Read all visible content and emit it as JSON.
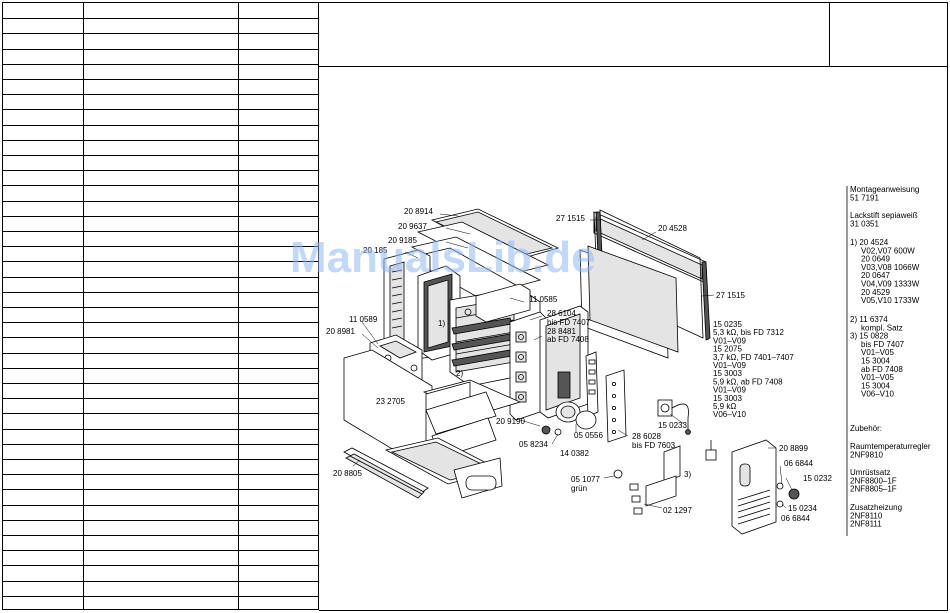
{
  "watermark": "ManualsLib.de",
  "drawing_labels": {
    "l_208914": "20 8914",
    "l_209637": "20 9637",
    "l_209185": "20 9185",
    "l_20185": "20 185",
    "l_271515_top": "27 1515",
    "l_204528": "20 4528",
    "l_271515_right": "27 1515",
    "l_110585": "11 0585",
    "l_110589": "11 0589",
    "l_208981": "20 8981",
    "l_1": "1)",
    "l_2": "2)",
    "l_286104": "28 6104",
    "l_bis7407": "bis FD 7407",
    "l_288481": "28 8481",
    "l_ab7408": "ab FD 7408",
    "l_232705": "23 2705",
    "l_209190": "20 9190",
    "l_058234": "05 8234",
    "l_050556": "05 0556",
    "l_140382": "14 0382",
    "l_286028": "28 6028",
    "l_bis7603": "bis FD 7603",
    "l_150233": "15 0233",
    "l_3": "3)",
    "l_208805": "20 8805",
    "l_051077": "05 1077",
    "l_gruen": "grün",
    "l_021297": "02 1297",
    "l_208899": "20 8899",
    "l_066844a": "06 6844",
    "l_150232": "15 0232",
    "l_150234": "15 0234",
    "l_066844b": "06 6844"
  },
  "variant_list": [
    "15 0235",
    "5,3 kΩ, bis FD 7312",
    "V01–V09",
    "15 2075",
    "3,7 kΩ, FD 7401–7407",
    "V01–V09",
    "15 3003",
    "5,9 kΩ, ab FD 7408",
    "V01–V09",
    "15 3003",
    "5,9 kΩ",
    "V06–V10"
  ],
  "notes": {
    "group1": [
      "Montageanweisung",
      "51 7191"
    ],
    "group2": [
      "Lackstift  sepiaweiß",
      "31 0351"
    ],
    "group3": [
      "1)  20 4524",
      "V02,V07 600W",
      "20 0649",
      "V03,V08 1066W",
      "20 0647",
      "V04,V09 1333W",
      "20 4529",
      "V05,V10 1733W"
    ],
    "group4": [
      "2)  11 6374",
      "kompl. Satz",
      "3)  15 0828",
      "bis FD 7407",
      "V01–V05",
      "15 3004",
      "ab FD 7408",
      "V01–V05",
      "15 3004",
      "V06–V10"
    ],
    "group5": [
      "Zubehör:"
    ],
    "group6": [
      "Raumtemperaturregler",
      "2NF9810"
    ],
    "group7": [
      "Umrüstsatz",
      "2NF8800–1F",
      "2NF8805–1F"
    ],
    "group8": [
      "Zusatzheizung",
      "2NF8110",
      "2NF8111"
    ]
  }
}
